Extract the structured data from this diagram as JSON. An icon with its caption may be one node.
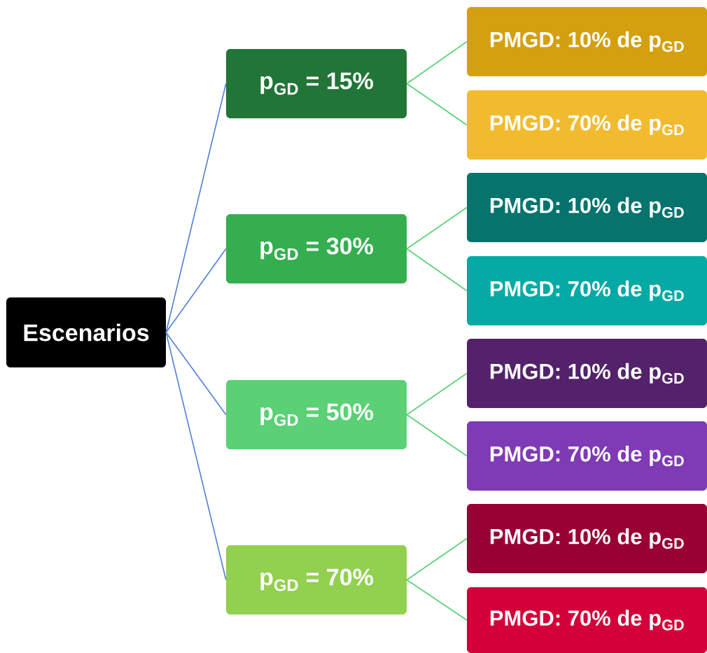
{
  "diagram": {
    "nodes": [
      {
        "text": [
          "Escenarios"
        ]
      },
      {
        "text": [
          "p$_{GD}$ = 15%"
        ]
      },
      {
        "text": [
          "PMGD: 10% de p$_{GD}$"
        ]
      },
      {
        "text": [
          "PMGD: 70% de p$_{GD}$"
        ]
      },
      {
        "text": [
          "p$_{GD}$ = 30%"
        ]
      },
      {
        "text": [
          "PMGD: 10% de p$_{GD}$"
        ]
      },
      {
        "text": [
          "PMGD: 70% de p$_{GD}$"
        ]
      },
      {
        "text": [
          "p$_{GD}$ = 50%"
        ]
      },
      {
        "text": [
          "PMGD: 10% de p$_{GD}$"
        ]
      },
      {
        "text": [
          "PMGD: 70% de p$_{GD}$"
        ]
      },
      {
        "text": [
          "p$_{GD}$ = 70%"
        ]
      },
      {
        "text": [
          "PMGD: 10% de p$_{GD}$"
        ]
      },
      {
        "text": [
          "PMGD: 70% de p$_{GD}$"
        ]
      }
    ],
    "edges": [
      {
        "from": 0,
        "to": 1,
        "arrow": "none",
        "color": "#4f7fd4"
      },
      {
        "from": 0,
        "to": 4,
        "arrow": "none",
        "color": "#4f7fd4"
      },
      {
        "from": 0,
        "to": 7,
        "arrow": "none",
        "color": "#4f7fd4"
      },
      {
        "from": 0,
        "to": 10,
        "arrow": "none",
        "color": "#4f7fd4"
      },
      {
        "from": 1,
        "to": 2,
        "arrow": "none",
        "color": "#5bd075"
      },
      {
        "from": 1,
        "to": 3,
        "arrow": "none",
        "color": "#5bd075"
      },
      {
        "from": 4,
        "to": 5,
        "arrow": "none",
        "color": "#5bd075"
      },
      {
        "from": 4,
        "to": 6,
        "arrow": "none",
        "color": "#5bd075"
      },
      {
        "from": 7,
        "to": 8,
        "arrow": "none",
        "color": "#5bd075"
      },
      {
        "from": 7,
        "to": 9,
        "arrow": "none",
        "color": "#5bd075"
      },
      {
        "from": 10,
        "to": 11,
        "arrow": "none",
        "color": "#5bd075"
      },
      {
        "from": 10,
        "to": 12,
        "arrow": "none",
        "color": "#5bd075"
      }
    ]
  }
}
